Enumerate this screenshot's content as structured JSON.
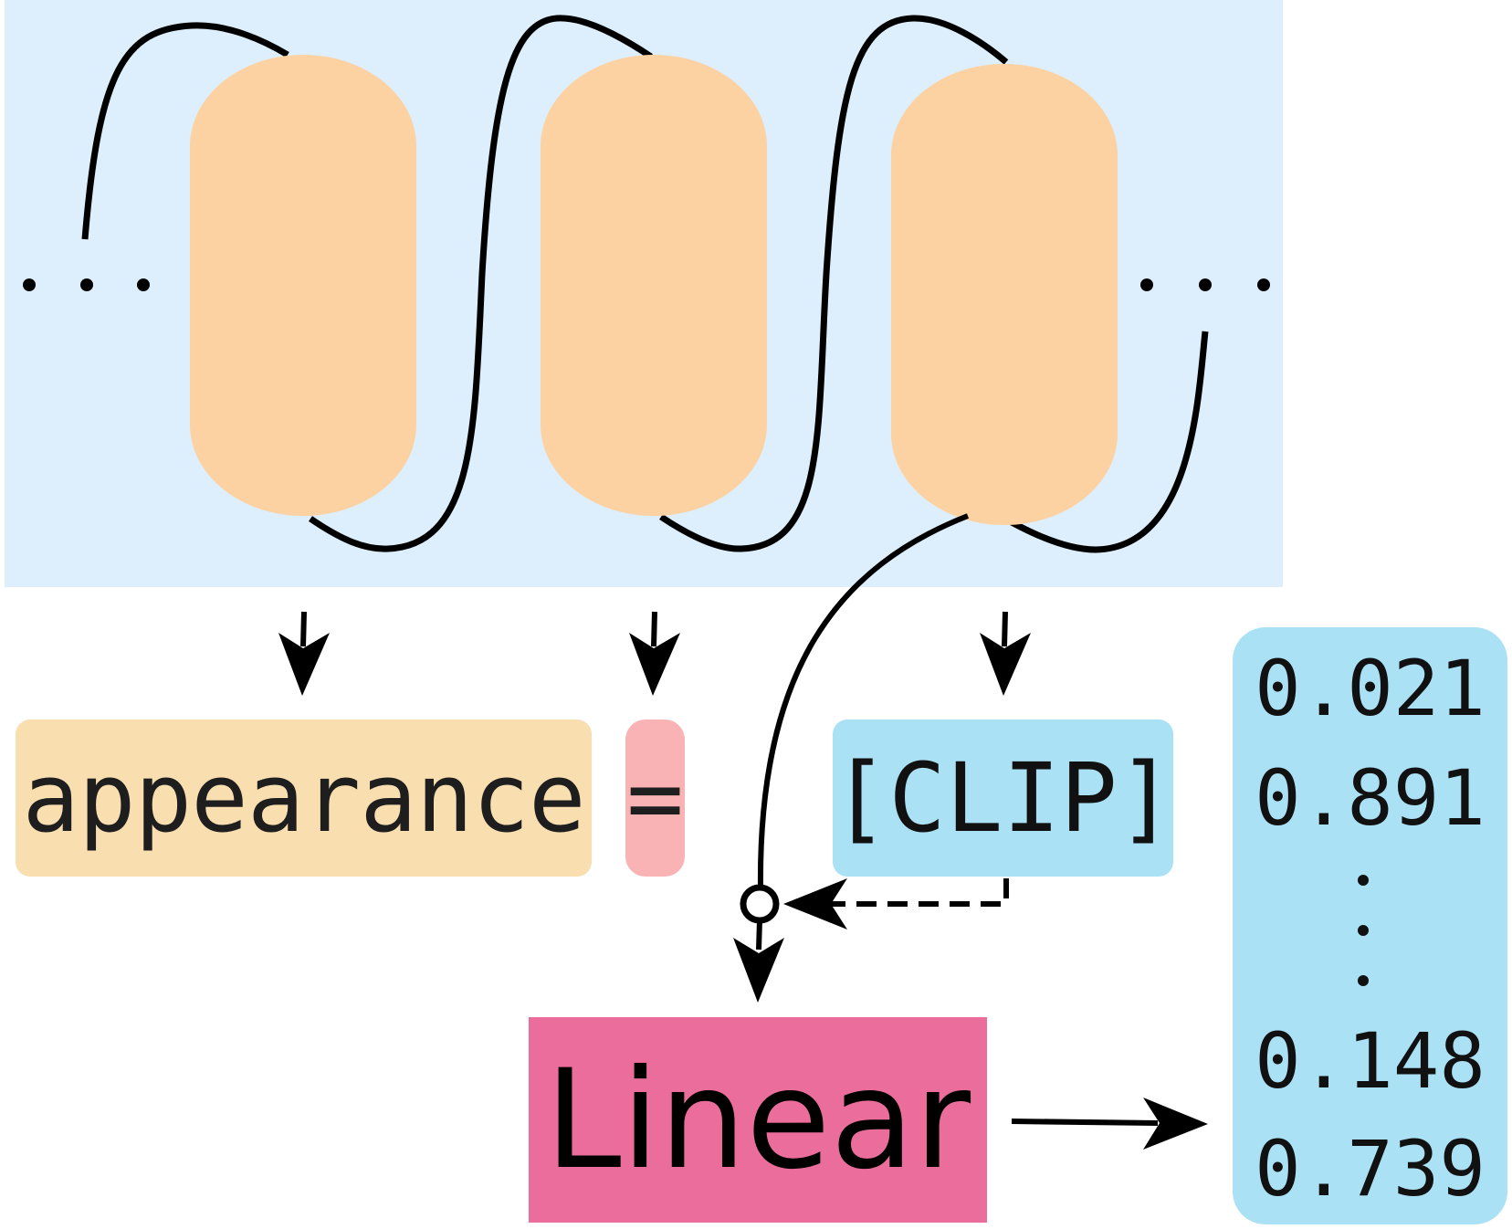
{
  "colors": {
    "background_panel": "#ddeefc",
    "cylinder": "#fdd2a2",
    "appearance_token": "#f9deb0",
    "equals_token": "#f9b3b5",
    "clip_token": "#aae1f5",
    "linear_box": "#ea6d9b",
    "output_panel": "#aae1f5",
    "line": "#000000"
  },
  "tokens": {
    "appearance": "appearance",
    "equals": "=",
    "clip": "[CLIP]"
  },
  "linear": {
    "label": "Linear"
  },
  "output": {
    "values": [
      "0.021",
      "0.891",
      "0.148",
      "0.739"
    ]
  }
}
